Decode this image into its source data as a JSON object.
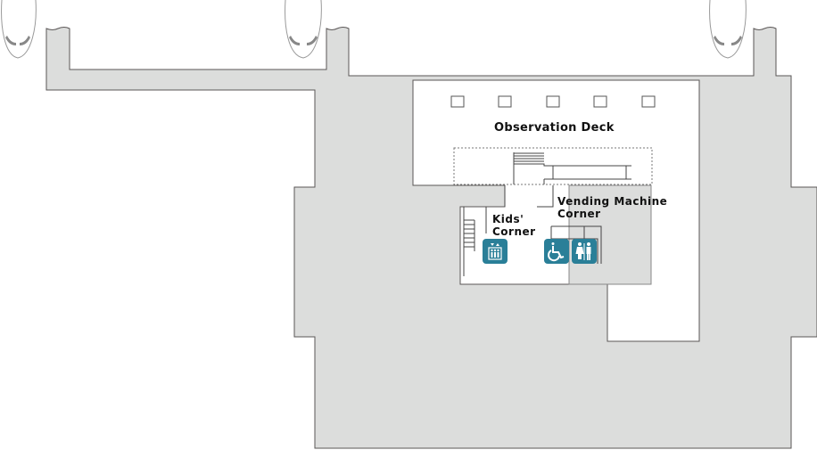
{
  "map": {
    "areas": {
      "observation_deck": "Observation Deck",
      "vending_machine_corner_line1": "Vending Machine",
      "vending_machine_corner_line2": "Corner",
      "kids_corner_line1": "Kids'",
      "kids_corner_line2": "Corner"
    },
    "icons": [
      "elevator-icon",
      "wheelchair-accessible-icon",
      "restroom-icon"
    ],
    "colors": {
      "floor": "#dcdddc",
      "icon_bg": "#2a7f98",
      "outline": "#5a5656"
    }
  }
}
